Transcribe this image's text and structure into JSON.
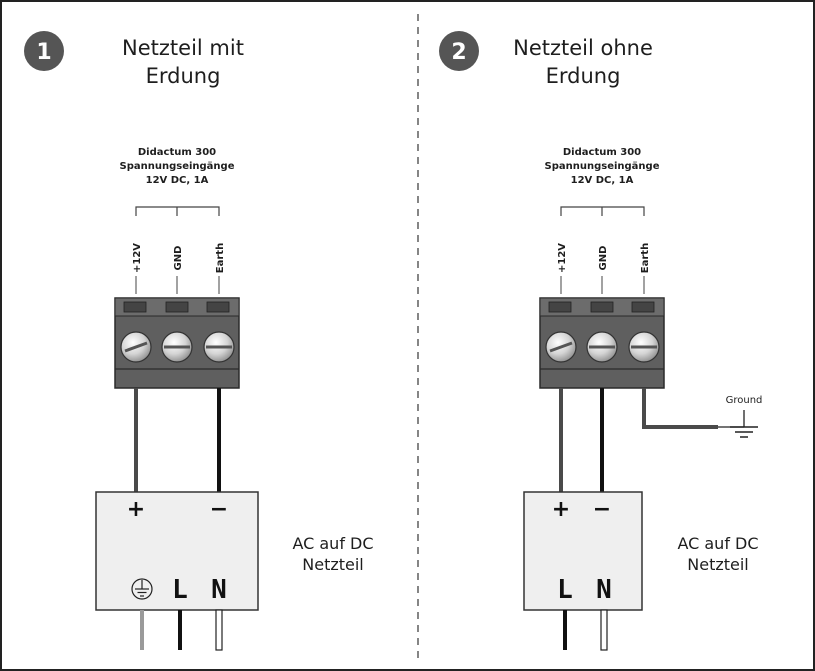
{
  "panels": [
    {
      "number": "1",
      "title_line1": "Netzteil mit",
      "title_line2": "Erdung",
      "device_line1": "Didactum 300",
      "device_line2": "Spannungseingänge",
      "device_line3": "12V DC, 1A",
      "pins": [
        "+12V",
        "GND",
        "Earth"
      ],
      "psu_line1": "AC auf DC",
      "psu_line2": "Netzteil",
      "psu_plus": "+",
      "psu_minus": "−",
      "mains_l": "L",
      "mains_n": "N"
    },
    {
      "number": "2",
      "title_line1": "Netzteil ohne",
      "title_line2": "Erdung",
      "device_line1": "Didactum 300",
      "device_line2": "Spannungseingänge",
      "device_line3": "12V DC, 1A",
      "pins": [
        "+12V",
        "GND",
        "Earth"
      ],
      "ground_label": "Ground",
      "psu_line1": "AC auf DC",
      "psu_line2": "Netzteil",
      "psu_plus": "+",
      "psu_minus": "−",
      "mains_l": "L",
      "mains_n": "N"
    }
  ],
  "colors": {
    "badge": "#555555",
    "terminal_block": "#5f5f5f",
    "terminal_dark": "#3a3a3a",
    "wire_gray": "#4a4a4a",
    "wire_black": "#111111",
    "psu_fill": "#efefef",
    "frame": "#222222"
  },
  "icons": [
    "protective-earth-icon",
    "ground-symbol-icon",
    "screw-icon"
  ]
}
